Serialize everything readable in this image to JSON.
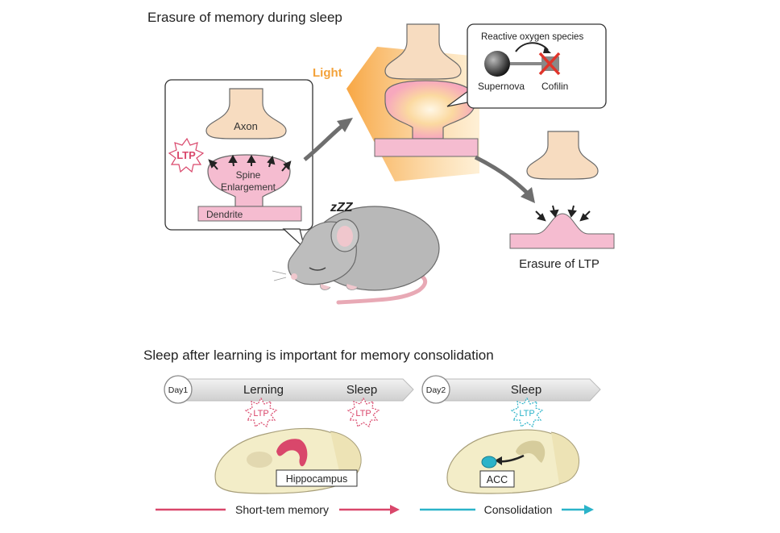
{
  "top": {
    "title": "Erasure of memory during sleep",
    "light_label": "Light",
    "ros_title": "Reactive oxygen species",
    "supernova": "Supernova",
    "cofilin": "Cofilin",
    "axon": "Axon",
    "ltp": "LTP",
    "spine_line1": "Spine",
    "spine_line2": "Enlargement",
    "dendrite": "Dendrite",
    "zzz": "zZZ",
    "erasure": "Erasure of LTP"
  },
  "bottom": {
    "title": "Sleep after learning is important for memory consolidation",
    "day1": "Day1",
    "day2": "Day2",
    "learning": "Lerning",
    "sleep1": "Sleep",
    "sleep2": "Sleep",
    "ltp1": "LTP",
    "ltp2": "LTP",
    "ltp3": "LTP",
    "hippocampus": "Hippocampus",
    "acc": "ACC",
    "short_term": "Short-tem memory",
    "consolidation": "Consolidation"
  },
  "colors": {
    "ltp_pink": "#d9476b",
    "ltp_cyan": "#2bb3c9",
    "light_orange": "#f3a23a",
    "axon_fill": "#f7dcc0",
    "spine_fill": "#f5bcd0",
    "brain_fill": "#f3edc8"
  }
}
